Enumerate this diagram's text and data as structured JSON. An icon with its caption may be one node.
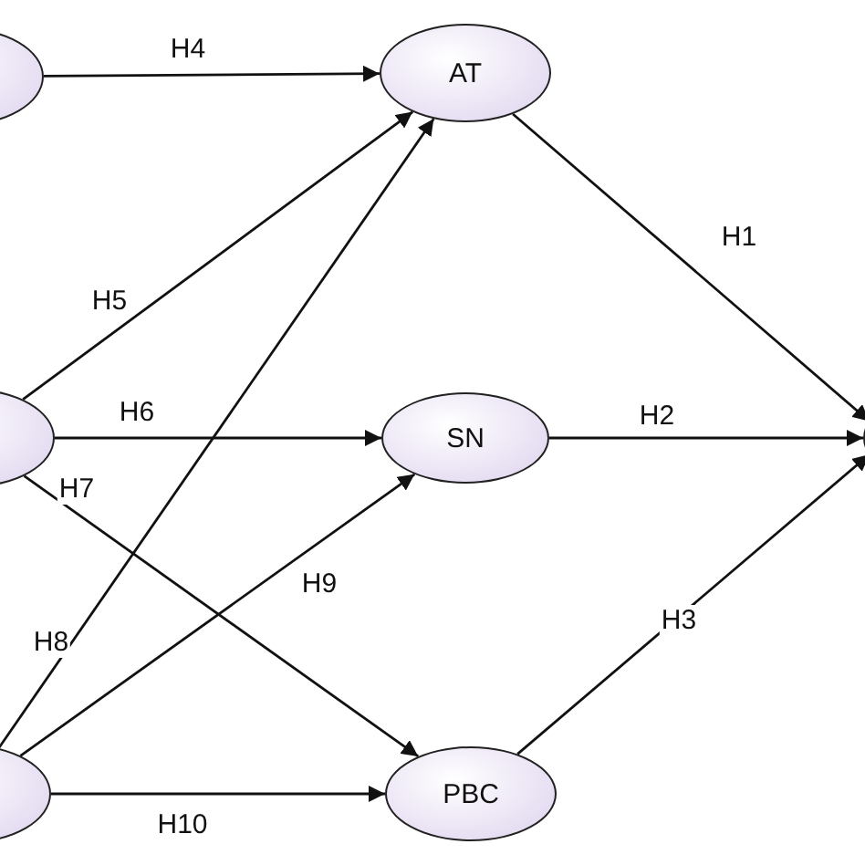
{
  "diagram": {
    "nodes": [
      {
        "text": [],
        "shape": "ellipse"
      },
      {
        "text": [],
        "shape": "ellipse"
      },
      {
        "text": [],
        "shape": "ellipse"
      },
      {
        "text": [
          "AT"
        ]
      },
      {
        "text": [
          "SN"
        ]
      },
      {
        "text": [
          "PBC"
        ]
      },
      {
        "text": [],
        "shape": "ellipse"
      }
    ],
    "edges": [
      {
        "from": 0,
        "to": 3,
        "arrow": "to",
        "label": "H4"
      },
      {
        "from": 1,
        "to": 3,
        "arrow": "to",
        "label": "H5"
      },
      {
        "from": 1,
        "to": 4,
        "arrow": "to",
        "label": "H6"
      },
      {
        "from": 1,
        "to": 5,
        "arrow": "to",
        "label": "H7"
      },
      {
        "from": 2,
        "to": 3,
        "arrow": "to",
        "label": "H8"
      },
      {
        "from": 2,
        "to": 4,
        "arrow": "to",
        "label": "H9"
      },
      {
        "from": 2,
        "to": 5,
        "arrow": "to",
        "label": "H10"
      },
      {
        "from": 3,
        "to": 6,
        "arrow": "to",
        "label": "H1"
      },
      {
        "from": 4,
        "to": 6,
        "arrow": "to",
        "label": "H2"
      },
      {
        "from": 5,
        "to": 6,
        "arrow": "to",
        "label": "H3"
      }
    ]
  }
}
